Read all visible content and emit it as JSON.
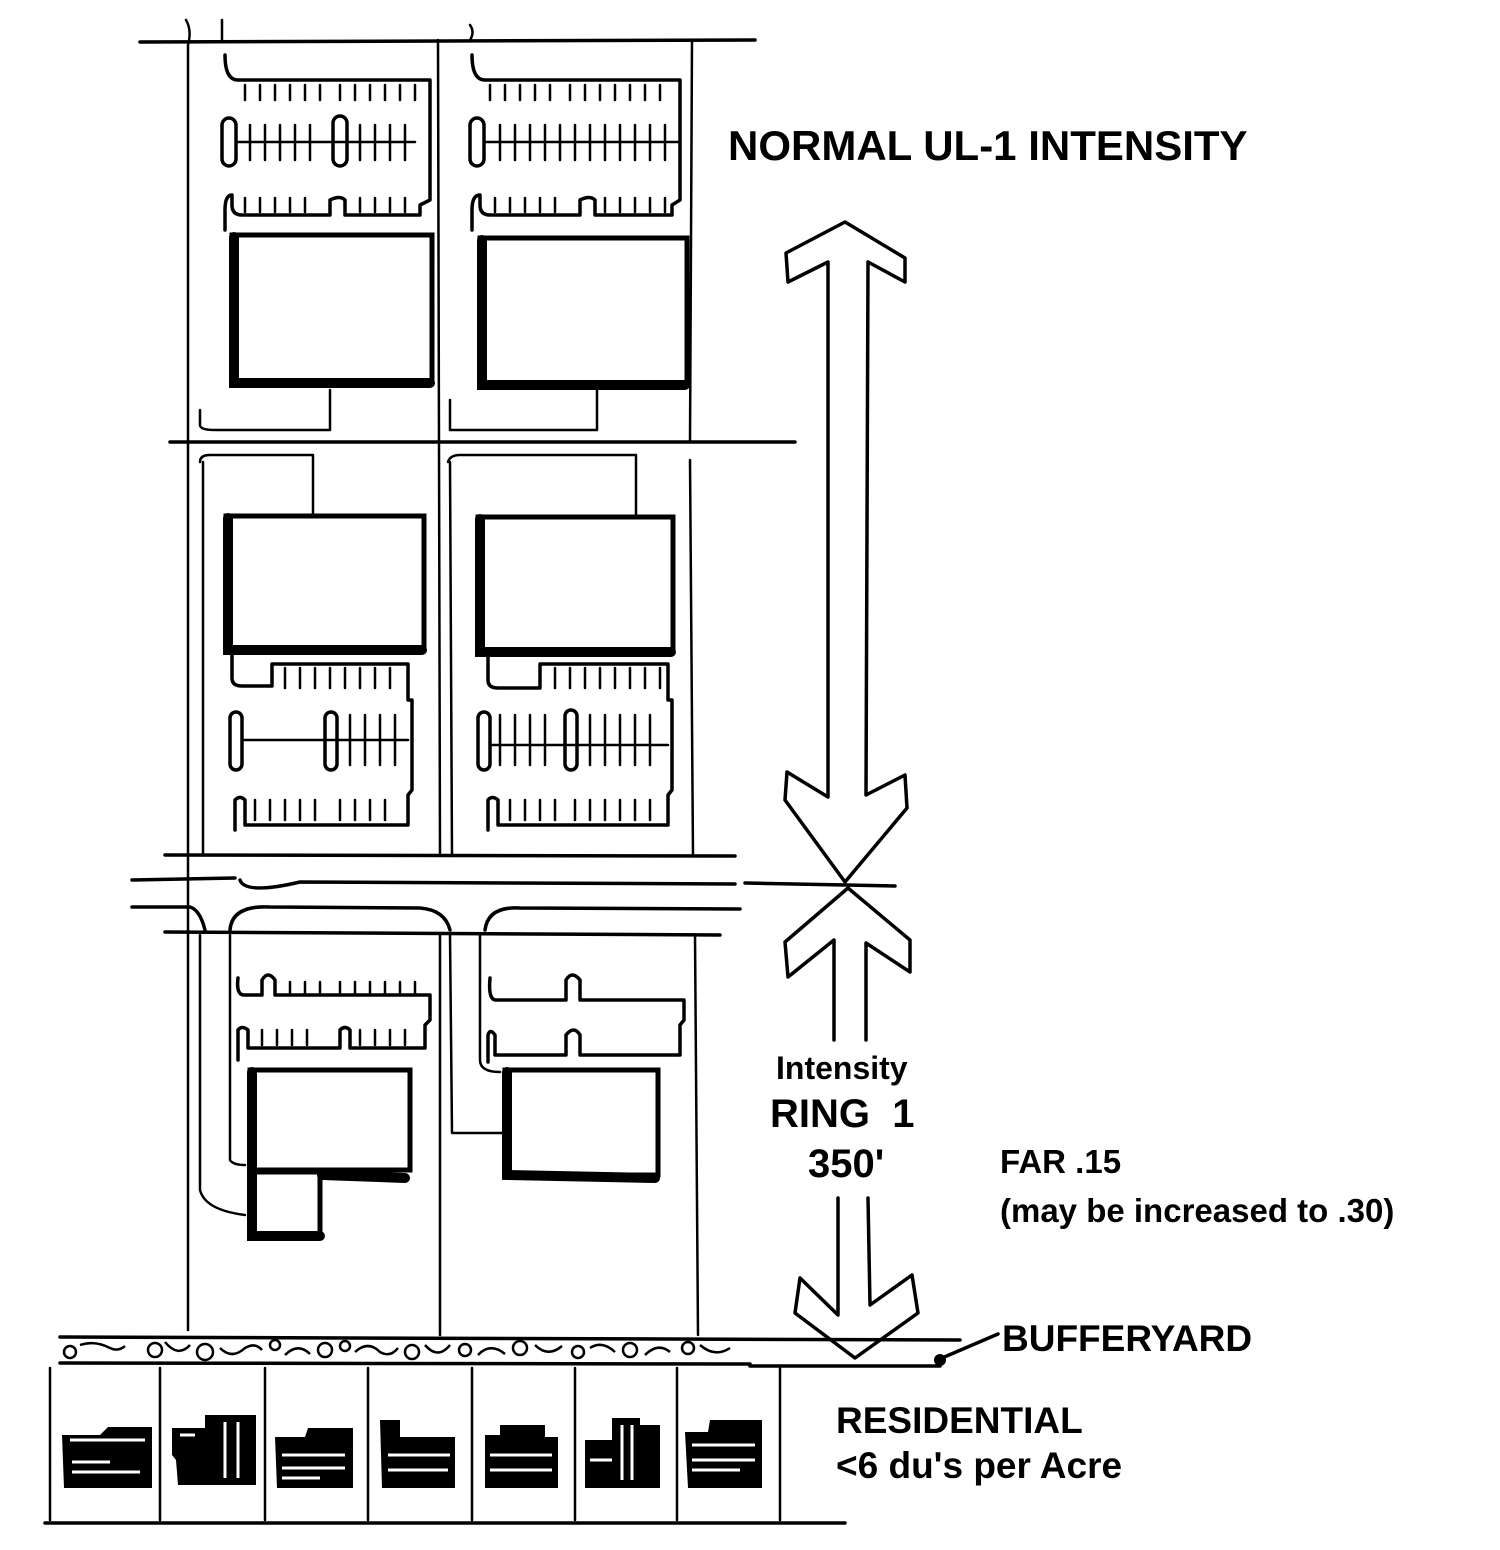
{
  "title": "NORMAL UL-1 INTENSITY",
  "ring": {
    "caption": "Intensity",
    "name": "RING  1",
    "distance": "350'"
  },
  "far": {
    "value": "FAR .15",
    "note": "(may be increased to .30)"
  },
  "bufferyard": {
    "label": "BUFFERYARD"
  },
  "residential": {
    "label": "RESIDENTIAL",
    "density": "<6 du's per Acre"
  },
  "colors": {
    "ink": "#000000",
    "paper": "#ffffff"
  },
  "counts": {
    "commercial_lots": 6,
    "residential_lots": 7
  },
  "icons": {
    "double_arrow": "double-headed-arrow",
    "leader": "leader-line"
  }
}
